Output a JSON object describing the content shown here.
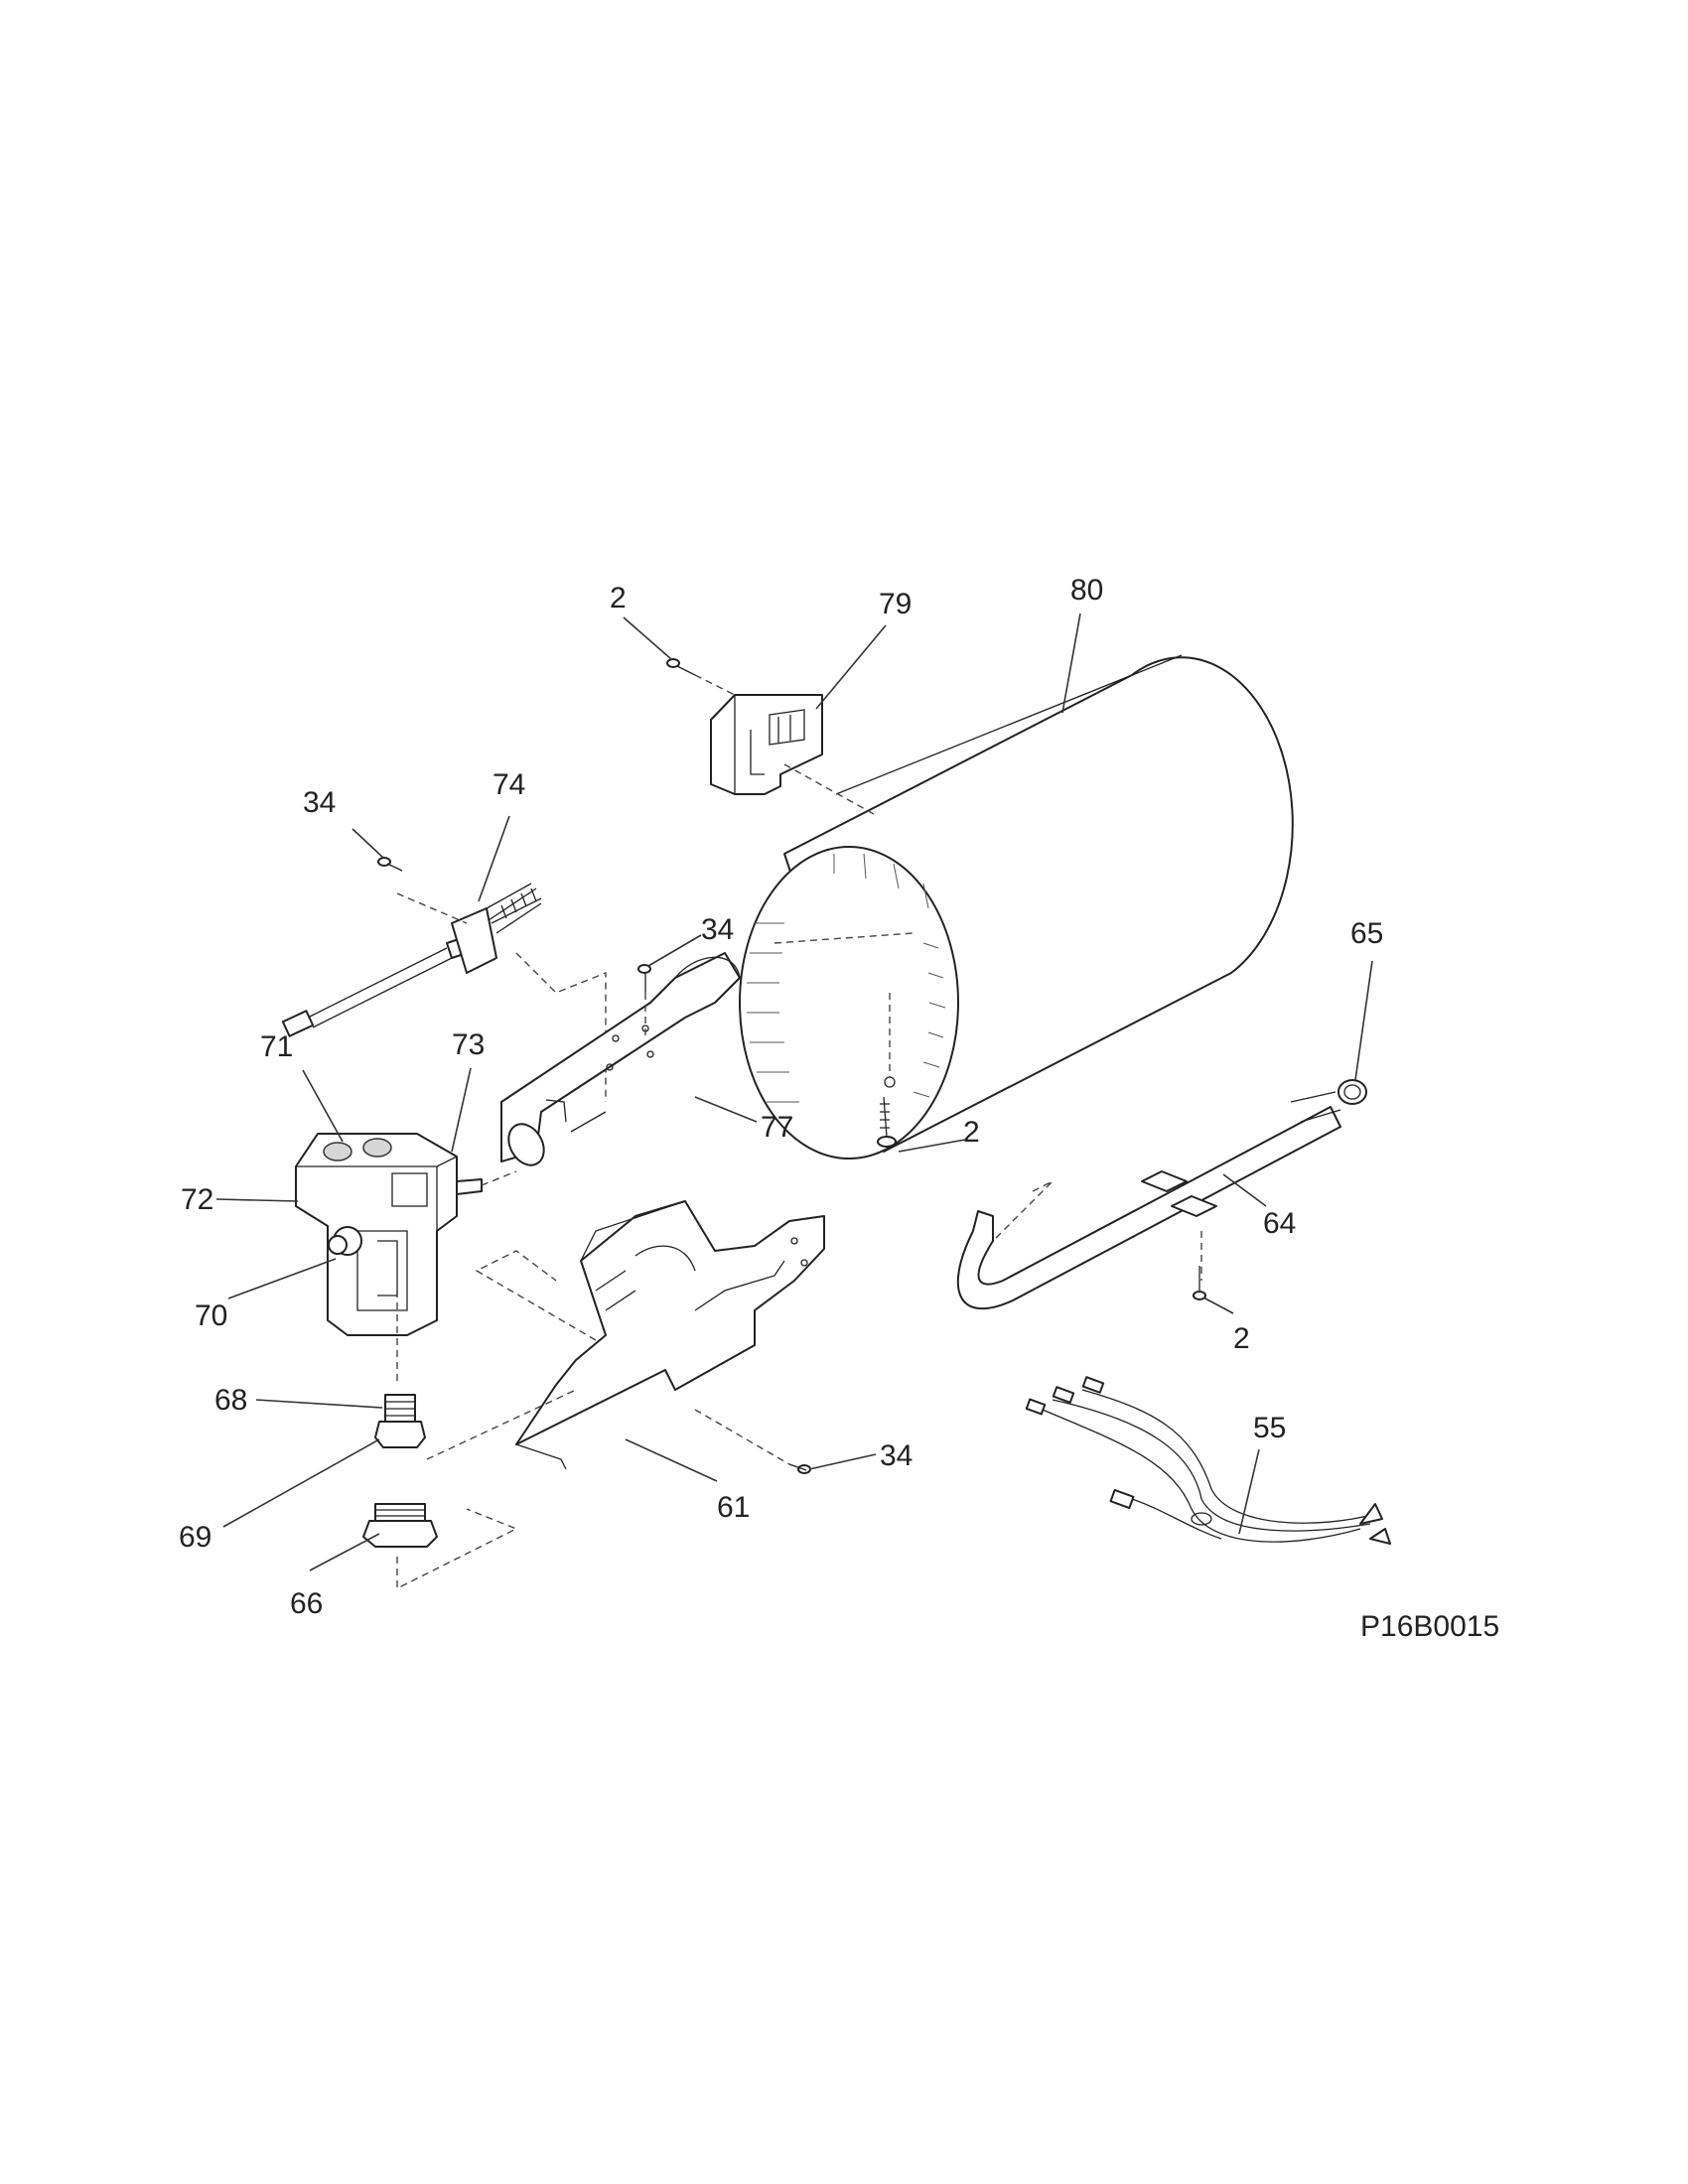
{
  "diagram": {
    "drawing_code": "P16B0015",
    "callouts": {
      "c2_top": "2",
      "c79": "79",
      "c80": "80",
      "c34_left": "34",
      "c74": "74",
      "c34_mid": "34",
      "c65": "65",
      "c71": "71",
      "c73": "73",
      "c2_mid": "2",
      "c77": "77",
      "c72": "72",
      "c64": "64",
      "c70": "70",
      "c2_right": "2",
      "c68": "68",
      "c55": "55",
      "c34_low": "34",
      "c69": "69",
      "c61": "61",
      "c66": "66"
    }
  }
}
